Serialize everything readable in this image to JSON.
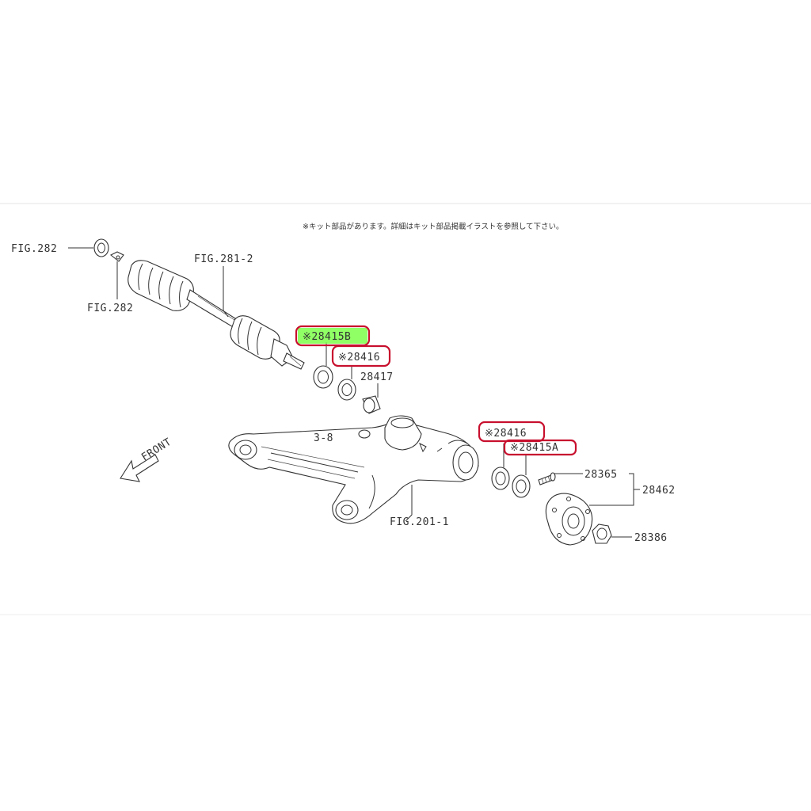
{
  "note": "※キット部品があります。詳細はキット部品掲載イラストを参照して下さい。",
  "labels": {
    "fig282_top": "FIG.282",
    "fig282_bottom": "FIG.282",
    "fig281": "FIG.281-2",
    "fig201": "FIG.201-1",
    "front": "FRONT",
    "p28415b": "※28415B",
    "p28416_inner": "※28416",
    "p28417": "28417",
    "p28416_outer": "※28416",
    "p28415a": "※28415A",
    "p28365": "28365",
    "p28462": "28462",
    "p28386": "28386",
    "cast_mark": "3-8"
  },
  "colors": {
    "highlight": "#c8102e",
    "green_highlight": "#7cff4a",
    "line": "#333333"
  }
}
